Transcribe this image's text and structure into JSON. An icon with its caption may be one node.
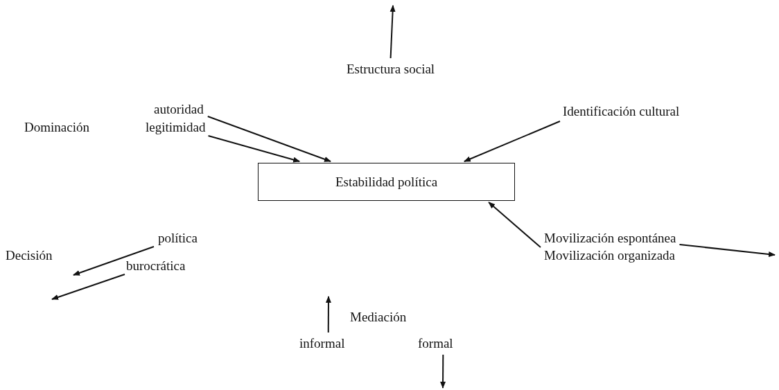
{
  "diagram": {
    "nodes": [
      {
        "text": [
          "Estabilidad política"
        ]
      },
      {
        "text": [
          "Estructura social"
        ]
      },
      {
        "text": [
          "autoridad"
        ]
      },
      {
        "text": [
          "legitimidad"
        ]
      },
      {
        "text": [
          "Identificación cultural"
        ]
      },
      {
        "text": [
          "política"
        ]
      },
      {
        "text": [
          "burocrática"
        ]
      },
      {
        "text": [
          "Movilización espontánea"
        ]
      },
      {
        "text": [
          "Movilización organizada"
        ]
      },
      {
        "text": [
          "informal"
        ]
      },
      {
        "text": [
          "formal"
        ]
      }
    ],
    "edges": [
      {
        "from": 1,
        "to": null,
        "arrow": "to"
      },
      {
        "from": 2,
        "to": 0,
        "arrow": "to"
      },
      {
        "from": 3,
        "to": 0,
        "arrow": "to"
      },
      {
        "from": 4,
        "to": 0,
        "arrow": "to"
      },
      {
        "from": 5,
        "to": null,
        "arrow": "to"
      },
      {
        "from": 6,
        "to": null,
        "arrow": "to"
      },
      {
        "from": 8,
        "to": 0,
        "arrow": "to"
      },
      {
        "from": 7,
        "to": null,
        "arrow": "to"
      },
      {
        "from": 9,
        "to": null,
        "arrow": "to"
      },
      {
        "from": 10,
        "to": null,
        "arrow": "to"
      }
    ],
    "labels": [
      "Dominación",
      "Decisión",
      "Mediación"
    ]
  }
}
